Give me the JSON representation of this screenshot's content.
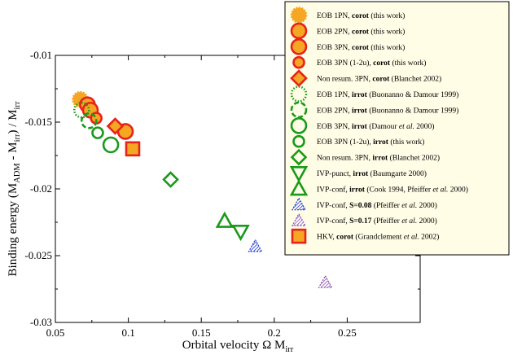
{
  "chart_data": {
    "type": "scatter",
    "xlabel": "Orbital velocity  Ω M",
    "xlabel_sub": "irr",
    "ylabel_parts": [
      "Binding energy  (M",
      "ADM",
      " - M",
      "irr",
      ") / M",
      "irr"
    ],
    "xlim": [
      0.05,
      0.3
    ],
    "ylim": [
      -0.03,
      -0.01
    ],
    "xticks": [
      0.05,
      0.1,
      0.15,
      0.2,
      0.25
    ],
    "xtick_labels": [
      "0.05",
      "0.1",
      "0.15",
      "0.2",
      "0.25"
    ],
    "yticks": [
      -0.03,
      -0.025,
      -0.02,
      -0.015,
      -0.01
    ],
    "ytick_labels": [
      "-0.03",
      "-0.025",
      "-0.02",
      "-0.015",
      "-0.01"
    ],
    "legend_position": "top-right",
    "series": [
      {
        "name": "EOB 1PN, corot (this work)",
        "parts": [
          [
            "EOB 1PN, ",
            0
          ],
          [
            "corot",
            1
          ],
          [
            "  (this work)",
            0
          ]
        ],
        "marker": "circle",
        "size": 9,
        "fill": "#f5a623",
        "stroke": "#f5a623",
        "dash": "2,1.5",
        "points": [
          [
            0.067,
            -0.0133
          ]
        ]
      },
      {
        "name": "EOB 2PN, corot (this work)",
        "parts": [
          [
            "EOB 2PN, ",
            0
          ],
          [
            "corot",
            1
          ],
          [
            "  (this work)",
            0
          ]
        ],
        "marker": "circle",
        "size": 9,
        "fill": "#f5a623",
        "stroke": "#e8221b",
        "dash": "",
        "points": [
          [
            0.072,
            -0.0137
          ],
          [
            0.098,
            -0.0157
          ]
        ]
      },
      {
        "name": "EOB 3PN, corot (this work)",
        "parts": [
          [
            "EOB 3PN, ",
            0
          ],
          [
            "corot",
            1
          ],
          [
            "  (this work)",
            0
          ]
        ],
        "marker": "circle",
        "size": 9,
        "fill": "#f5a623",
        "stroke": "#e8221b",
        "dash": "",
        "points": [
          [
            0.074,
            -0.0141
          ]
        ]
      },
      {
        "name": "EOB 3PN (1-2u), corot (this work)",
        "parts": [
          [
            "EOB 3PN (1-2u),  ",
            0
          ],
          [
            "corot",
            1
          ],
          [
            "  (this work)",
            0
          ]
        ],
        "marker": "circle",
        "size": 6.5,
        "fill": "#f5a623",
        "stroke": "#e8221b",
        "dash": "",
        "points": [
          [
            0.078,
            -0.0147
          ]
        ]
      },
      {
        "name": "Non resum. 3PN, corot (Blanchet 2002)",
        "parts": [
          [
            "Non resum. 3PN, ",
            0
          ],
          [
            "corot",
            1
          ],
          [
            "  (Blanchet 2002)",
            0
          ]
        ],
        "marker": "diamond",
        "size": 9,
        "fill": "#f5a623",
        "stroke": "#e8221b",
        "dash": "",
        "points": [
          [
            0.091,
            -0.0153
          ]
        ]
      },
      {
        "name": "EOB 1PN, irrot (Buonanno & Damour 1999)",
        "parts": [
          [
            "EOB 1PN, ",
            0
          ],
          [
            "irrot",
            1
          ],
          [
            "  (Buonanno & Damour 1999)",
            0
          ]
        ],
        "marker": "circle",
        "size": 9,
        "fill": "none",
        "stroke": "#1a9a1a",
        "dash": "1.5,2",
        "points": [
          [
            0.068,
            -0.0141
          ]
        ]
      },
      {
        "name": "EOB 2PN, irrot (Buonanno & Damour 1999)",
        "parts": [
          [
            "EOB 2PN, ",
            0
          ],
          [
            "irrot",
            1
          ],
          [
            "  (Buonanno & Damour 1999)",
            0
          ]
        ],
        "marker": "circle",
        "size": 9,
        "fill": "none",
        "stroke": "#1a9a1a",
        "dash": "6,3",
        "points": [
          [
            0.073,
            -0.0149
          ]
        ]
      },
      {
        "name": "EOB 3PN, irrot (Damour et al. 2000)",
        "parts": [
          [
            "EOB 3PN, ",
            0
          ],
          [
            "irrot",
            1
          ],
          [
            "  (Damour ",
            0
          ],
          [
            "et al.",
            2
          ],
          [
            " 2000)",
            0
          ]
        ],
        "marker": "circle",
        "size": 9,
        "fill": "none",
        "stroke": "#1a9a1a",
        "dash": "",
        "points": [
          [
            0.088,
            -0.0167
          ]
        ]
      },
      {
        "name": "EOB 3PN (1-2u), irrot (this work)",
        "parts": [
          [
            "EOB 3PN (1-2u), ",
            0
          ],
          [
            "irrot",
            1
          ],
          [
            "  (this work)",
            0
          ]
        ],
        "marker": "circle",
        "size": 6.5,
        "fill": "none",
        "stroke": "#1a9a1a",
        "dash": "",
        "points": [
          [
            0.079,
            -0.0158
          ]
        ]
      },
      {
        "name": "Non resum. 3PN, irrot (Blanchet 2002)",
        "parts": [
          [
            "Non resum. 3PN, ",
            0
          ],
          [
            "irrot",
            1
          ],
          [
            "  (Blanchet 2002)",
            0
          ]
        ],
        "marker": "diamond",
        "size": 8.5,
        "fill": "none",
        "stroke": "#1a9a1a",
        "dash": "",
        "points": [
          [
            0.129,
            -0.0193
          ]
        ]
      },
      {
        "name": "IVP-punct, irrot (Baumgarte 2000)",
        "parts": [
          [
            "IVP-punct, ",
            0
          ],
          [
            "irrot",
            1
          ],
          [
            "  (Baumgarte 2000)",
            0
          ]
        ],
        "marker": "triangle-down",
        "size": 9,
        "fill": "none",
        "stroke": "#1a9a1a",
        "dash": "",
        "points": [
          [
            0.177,
            -0.0232
          ]
        ]
      },
      {
        "name": "IVP-conf, irrot (Cook 1994, Pfeiffer et al. 2000)",
        "parts": [
          [
            "IVP-conf, ",
            0
          ],
          [
            "irrot",
            1
          ],
          [
            "  (Cook 1994, Pfeiffer ",
            0
          ],
          [
            "et al.",
            2
          ],
          [
            " 2000)",
            0
          ]
        ],
        "marker": "triangle-up",
        "size": 9,
        "fill": "none",
        "stroke": "#1a9a1a",
        "dash": "",
        "points": [
          [
            0.166,
            -0.0224
          ]
        ]
      },
      {
        "name": "IVP-conf, S=0.08 (Pfeiffer et al. 2000)",
        "parts": [
          [
            "IVP-conf, ",
            0
          ],
          [
            "S=0.08",
            1
          ],
          [
            "  (Pfeiffer ",
            0
          ],
          [
            "et al.",
            2
          ],
          [
            " 2000)",
            0
          ]
        ],
        "marker": "hatched-triangle",
        "size": 8,
        "fill": "#1a36c8",
        "stroke": "#1a36c8",
        "dash": "",
        "points": [
          [
            0.187,
            -0.0243
          ]
        ]
      },
      {
        "name": "IVP-conf, S=0.17 (Pfeiffer et al. 2000)",
        "parts": [
          [
            "IVP-conf, ",
            0
          ],
          [
            "S=0.17",
            1
          ],
          [
            "  (Pfeiffer ",
            0
          ],
          [
            "et al.",
            2
          ],
          [
            " 2000)",
            0
          ]
        ],
        "marker": "hatched-triangle",
        "size": 8,
        "fill": "#8a4fb0",
        "stroke": "#8a4fb0",
        "dash": "",
        "points": [
          [
            0.235,
            -0.027
          ]
        ]
      },
      {
        "name": "HKV, corot (Grandclement et al. 2002)",
        "parts": [
          [
            "HKV, ",
            0
          ],
          [
            "corot",
            1
          ],
          [
            "  (Grandclement ",
            0
          ],
          [
            "et al.",
            2
          ],
          [
            " 2002)",
            0
          ]
        ],
        "marker": "square",
        "size": 8,
        "fill": "#f5a623",
        "stroke": "#e8221b",
        "dash": "",
        "points": [
          [
            0.103,
            -0.017
          ]
        ]
      }
    ]
  }
}
